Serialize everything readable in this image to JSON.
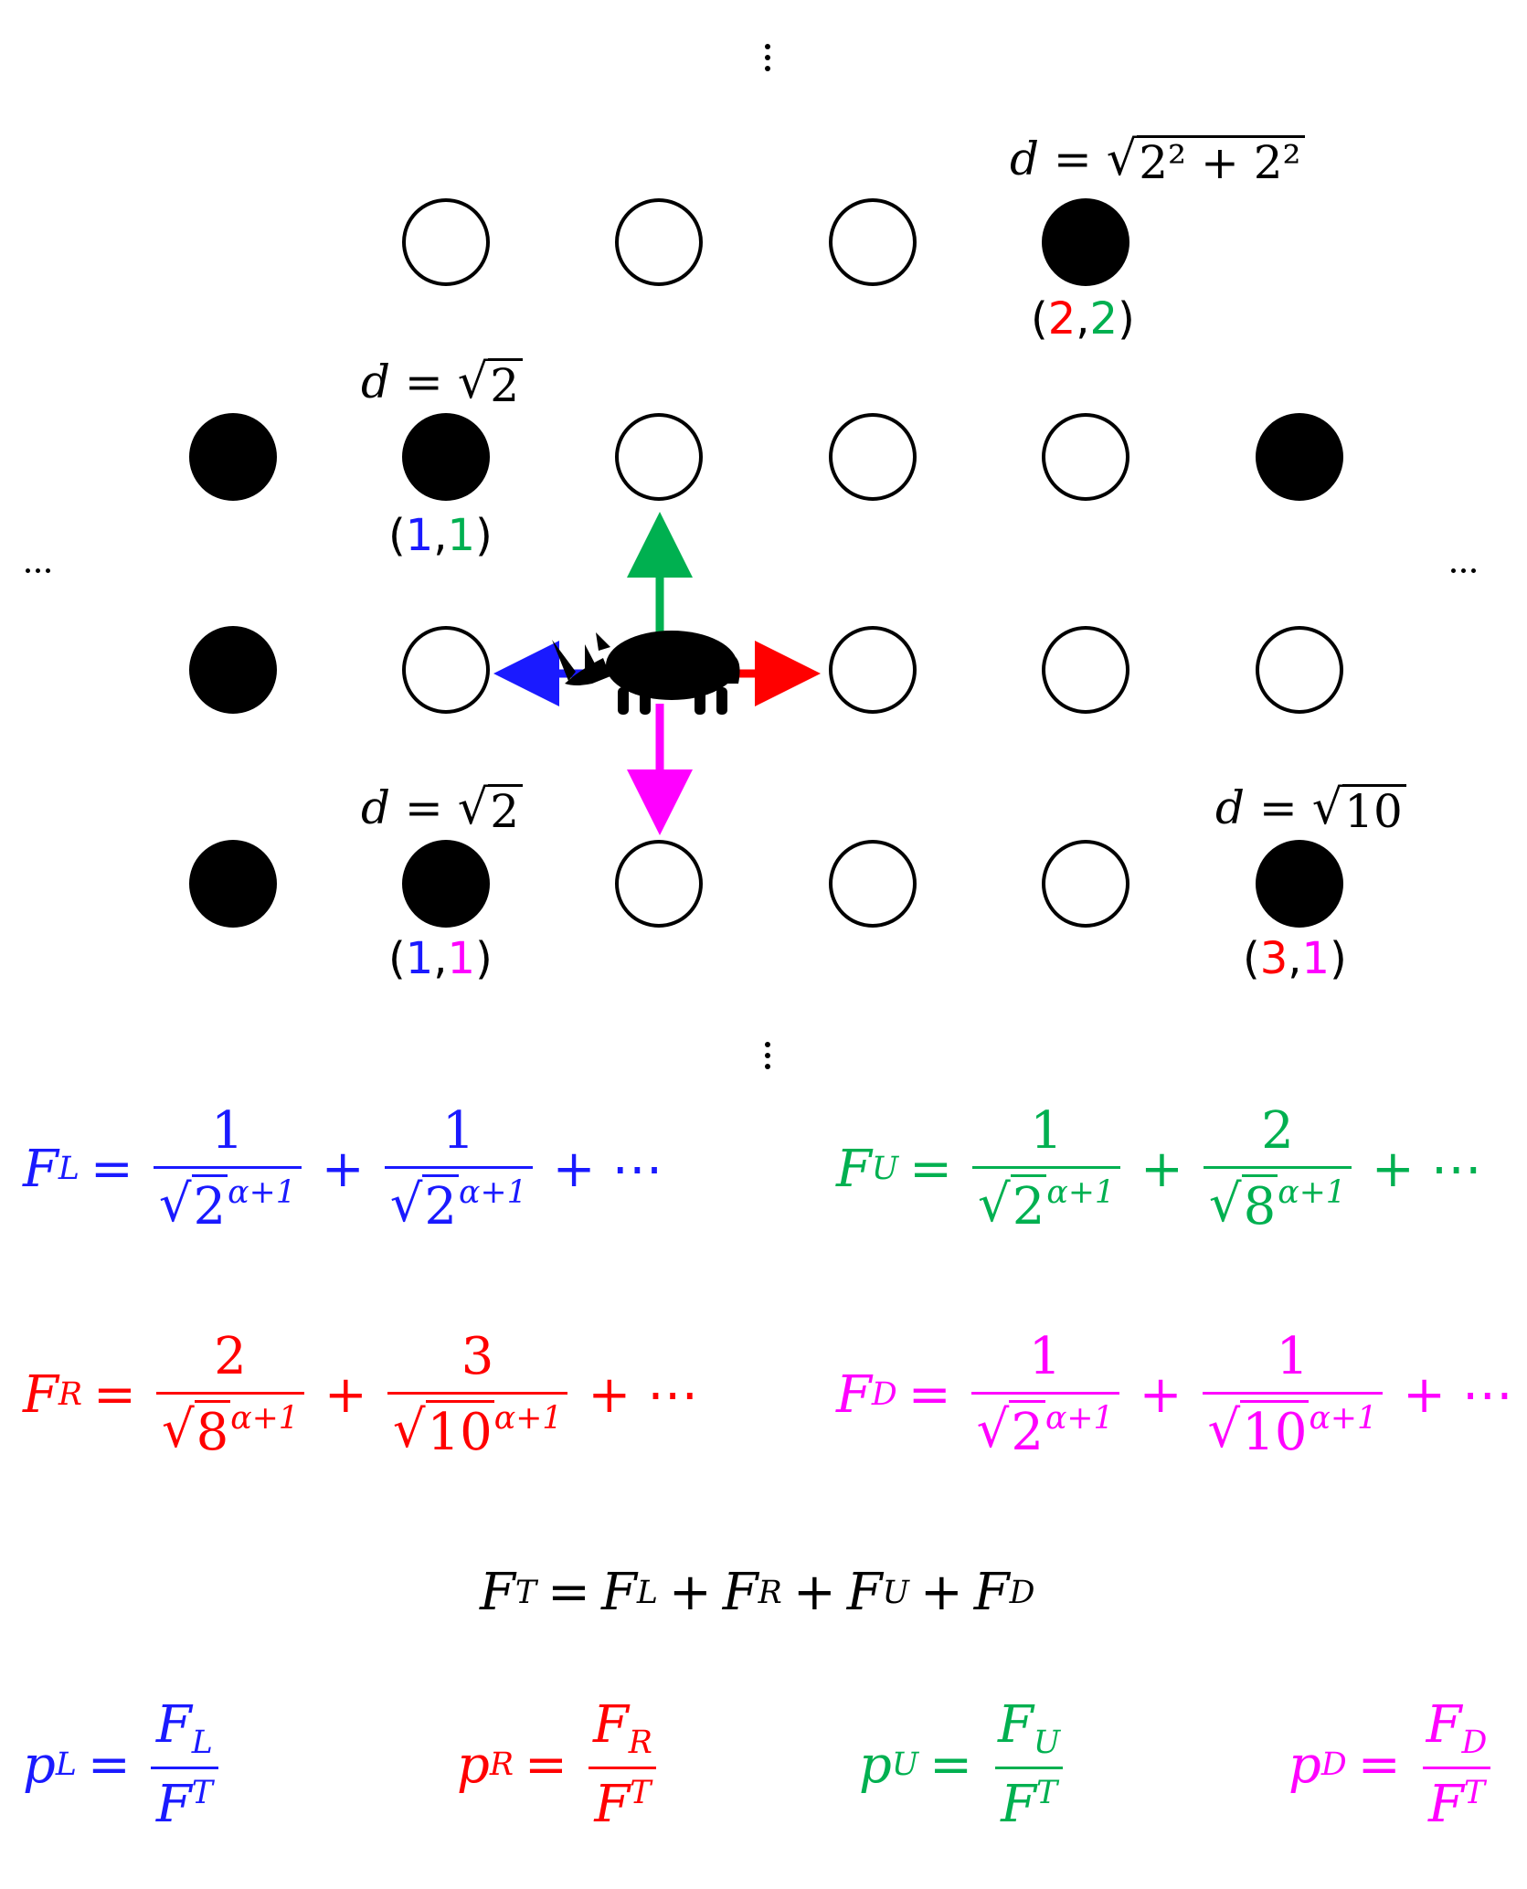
{
  "colors": {
    "left": "#1a1aff",
    "right": "#ff0000",
    "up": "#00b050",
    "down": "#ff00ff",
    "black": "#000000"
  },
  "ellipsis": "⋮",
  "grid": {
    "rows": [
      [
        "empty",
        "empty",
        "empty",
        "filled"
      ],
      [
        "filled",
        "filled",
        "empty",
        "empty",
        "empty",
        "filled"
      ],
      [
        "filled",
        "empty",
        "agent",
        "empty",
        "empty",
        "empty"
      ],
      [
        "filled",
        "filled",
        "empty",
        "empty",
        "empty",
        "filled"
      ]
    ]
  },
  "distances": {
    "top_right": {
      "lhs": "d",
      "eq": "=",
      "radicand": "2² + 2²"
    },
    "upper_left": {
      "lhs": "d",
      "eq": "=",
      "radicand": "2"
    },
    "lower_left": {
      "lhs": "d",
      "eq": "=",
      "radicand": "2"
    },
    "lower_right": {
      "lhs": "d",
      "eq": "=",
      "radicand": "10"
    }
  },
  "coords": {
    "top_right": {
      "open": "(",
      "a": "2",
      "sep": ",",
      "b": "2",
      "close": ")"
    },
    "upper_left": {
      "open": "(",
      "a": "1",
      "sep": ",",
      "b": "1",
      "close": ")"
    },
    "lower_left": {
      "open": "(",
      "a": "1",
      "sep": ",",
      "b": "1",
      "close": ")"
    },
    "lower_right": {
      "open": "(",
      "a": "3",
      "sep": ",",
      "b": "1",
      "close": ")"
    }
  },
  "agent": {
    "icon": "rhino-icon"
  },
  "equations": {
    "FL": {
      "lhs": "F",
      "sub": "L",
      "n1": "1",
      "r1": "2",
      "n2": "1",
      "r2": "2",
      "exp": "α+1",
      "tail": "+ ⋯"
    },
    "FU": {
      "lhs": "F",
      "sub": "U",
      "n1": "1",
      "r1": "2",
      "n2": "2",
      "r2": "8",
      "exp": "α+1",
      "tail": "+ ⋯"
    },
    "FR": {
      "lhs": "F",
      "sub": "R",
      "n1": "2",
      "r1": "8",
      "n2": "3",
      "r2": "10",
      "exp": "α+1",
      "tail": "+ ⋯"
    },
    "FD": {
      "lhs": "F",
      "sub": "D",
      "n1": "1",
      "r1": "2",
      "n2": "1",
      "r2": "10",
      "exp": "α+1",
      "tail": "+ ⋯"
    },
    "FT": {
      "lhs": "F",
      "sub": "T",
      "terms": [
        {
          "v": "F",
          "s": "L"
        },
        {
          "v": "F",
          "s": "R"
        },
        {
          "v": "F",
          "s": "U"
        },
        {
          "v": "F",
          "s": "D"
        }
      ]
    },
    "probs": [
      {
        "p": "p",
        "s": "L",
        "num": "F",
        "ns": "L",
        "den": "F",
        "ds": "T"
      },
      {
        "p": "p",
        "s": "R",
        "num": "F",
        "ns": "R",
        "den": "F",
        "ds": "T"
      },
      {
        "p": "p",
        "s": "U",
        "num": "F",
        "ns": "U",
        "den": "F",
        "ds": "T"
      },
      {
        "p": "p",
        "s": "D",
        "num": "F",
        "ns": "D",
        "den": "F",
        "ds": "T"
      }
    ]
  },
  "symbols": {
    "eq": "=",
    "plus": "+",
    "sqrt": "√"
  }
}
